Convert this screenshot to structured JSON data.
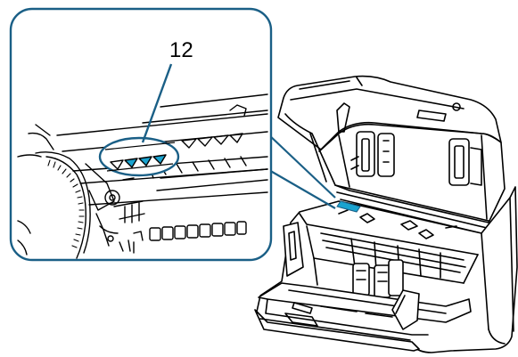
{
  "callout": {
    "label": "12"
  },
  "colors": {
    "outline": "#000000",
    "accent": "#1a5f86",
    "highlight": "#1aa3cf",
    "background": "#ffffff"
  },
  "parts": {
    "scanner": "image-scanner-open-cover",
    "detail": "ultrasonic-sensor-cleaning-detail"
  }
}
